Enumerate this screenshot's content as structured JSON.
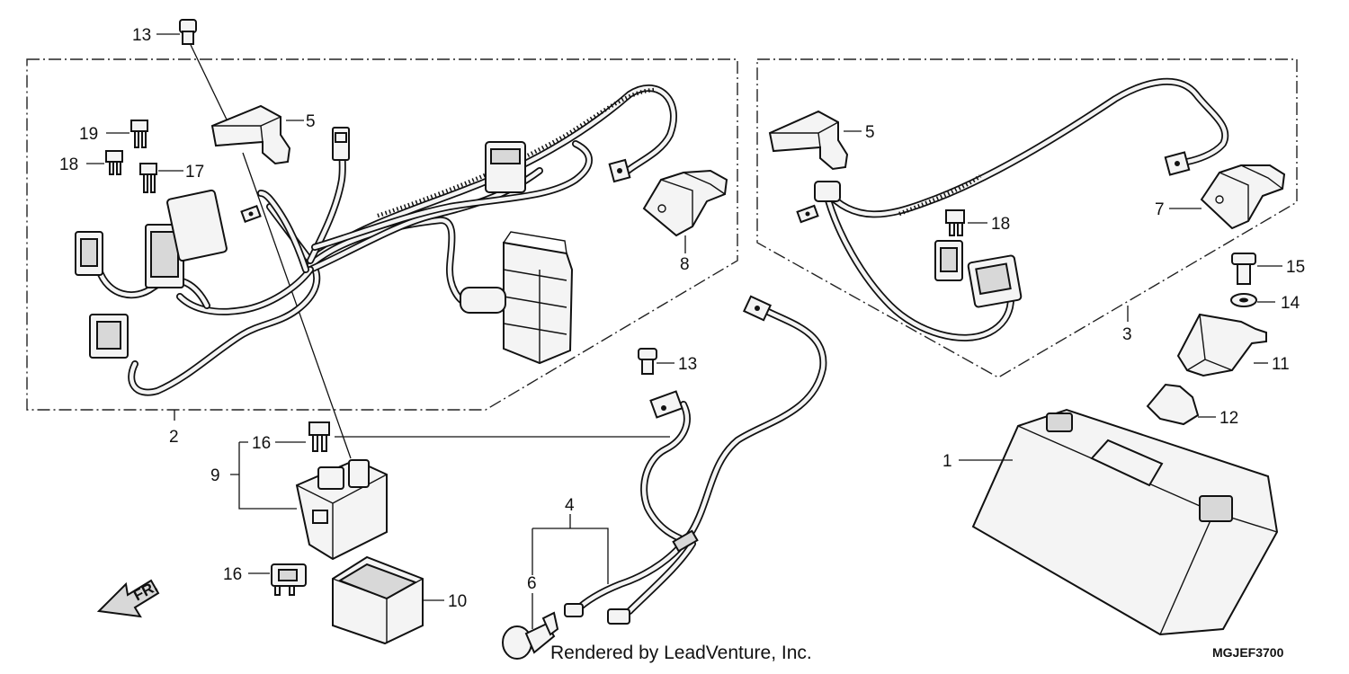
{
  "callouts": {
    "c1": "1",
    "c2": "2",
    "c3": "3",
    "c4": "4",
    "c5a": "5",
    "c5b": "5",
    "c6": "6",
    "c7": "7",
    "c8": "8",
    "c9": "9",
    "c10": "10",
    "c11": "11",
    "c12": "12",
    "c13a": "13",
    "c13b": "13",
    "c14": "14",
    "c15": "15",
    "c16a": "16",
    "c16b": "16",
    "c17": "17",
    "c18a": "18",
    "c18b": "18",
    "c19": "19"
  },
  "front_arrow_label": "FR.",
  "credit": "Rendered by LeadVenture, Inc.",
  "diagram_code": "MGJEF3700"
}
